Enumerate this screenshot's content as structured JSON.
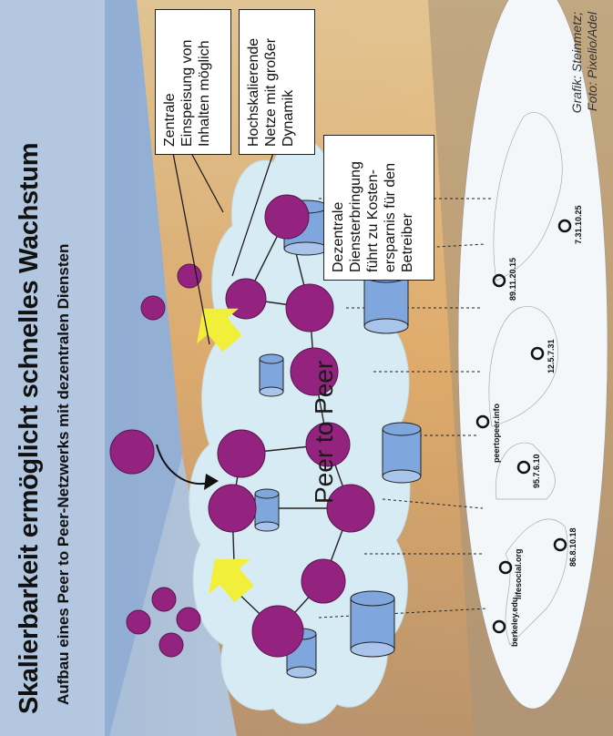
{
  "title": "Skalierbarkeit ermöglicht schnelles Wachstum",
  "subtitle": "Aufbau eines Peer to Peer-Netzwerks mit dezentralen Diensten",
  "callouts": {
    "central": "Zentrale\nEinspeisung von\nInhalten möglich",
    "scaling": "Hochskalierende\nNetze mit großer\nDynamik",
    "decentral": "Dezentrale\nDiensterbringung\nführt zu Kosten-\nersparnis für den\nBetreiber"
  },
  "cloud_label": "Peer to Peer",
  "credit": "Grafik: Steinmetz;\nFoto: Pixelio/Adel",
  "map_locations": [
    {
      "label": "berkeley.edu"
    },
    {
      "label": "lifesocial.org"
    },
    {
      "label": "86.8.10.18"
    },
    {
      "label": "95.7.6.10"
    },
    {
      "label": "peertopeer.info"
    },
    {
      "label": "12.5.7.31"
    },
    {
      "label": "89.11.20.15"
    },
    {
      "label": "7.31.10.25"
    }
  ],
  "colors": {
    "peer": "#93237f",
    "server": "#7fa6dd",
    "arrow": "#f2ef3a",
    "cloud": "#d6ebf3",
    "map": "#f4f7fa"
  }
}
